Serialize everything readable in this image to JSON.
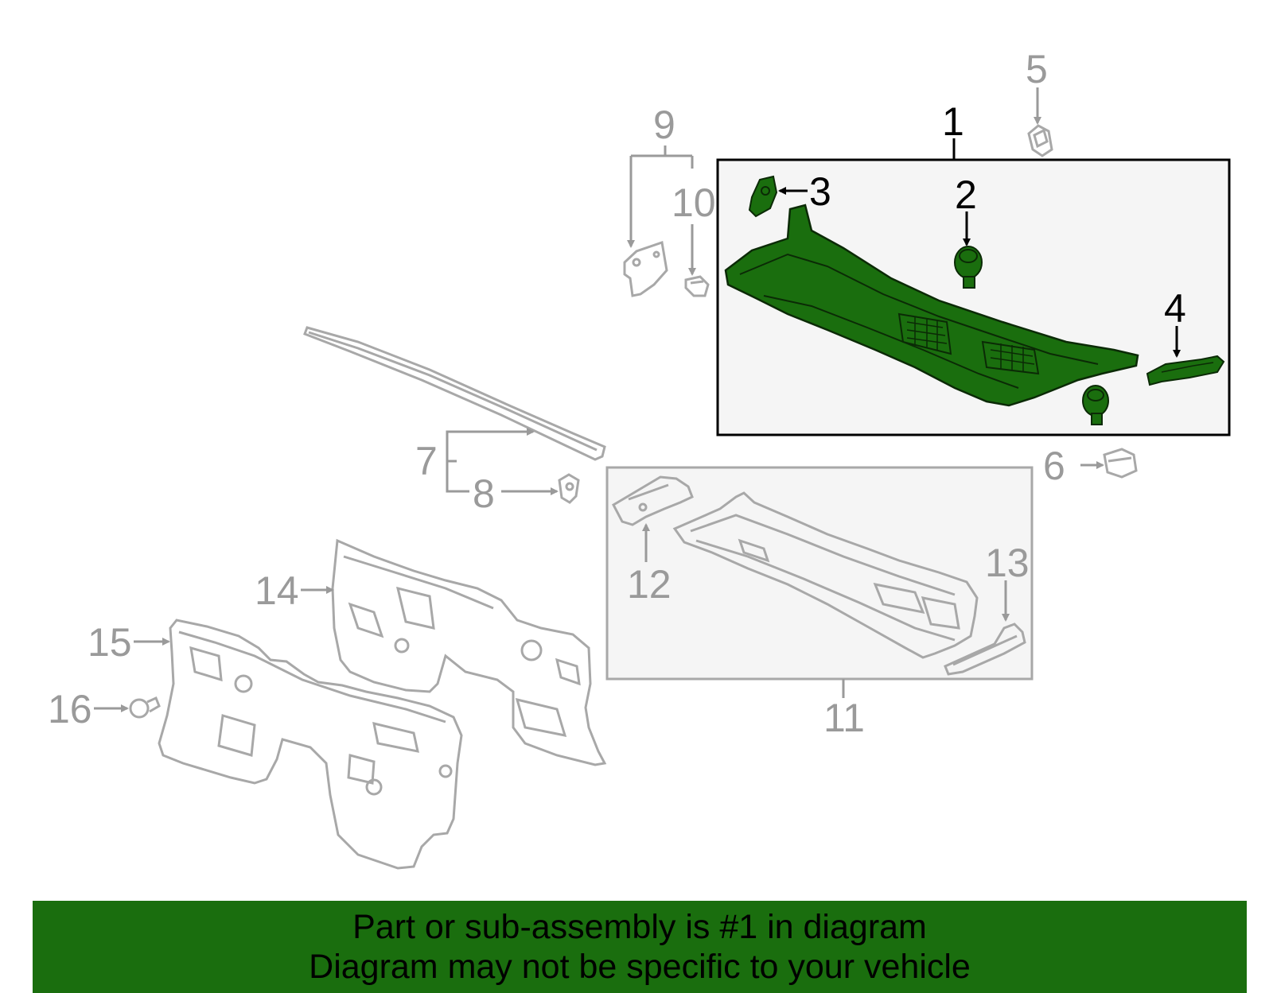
{
  "colors": {
    "highlight_fill": "#1a6e0e",
    "highlight_stroke": "#0b2a06",
    "muted_part": "#a8a8a8",
    "muted_text": "#9a9a9a",
    "box_fill": "#f5f5f5",
    "banner_bg": "#1a6e0e",
    "banner_text": "#000000"
  },
  "callouts": {
    "c1": "1",
    "c2": "2",
    "c3": "3",
    "c4": "4",
    "c5": "5",
    "c6": "6",
    "c7": "7",
    "c8": "8",
    "c9": "9",
    "c10": "10",
    "c11": "11",
    "c12": "12",
    "c13": "13",
    "c14": "14",
    "c15": "15",
    "c16": "16"
  },
  "highlighted_part": "1",
  "banner": {
    "line1": "Part or sub-assembly is #1 in diagram",
    "line2": "Diagram may not be specific to your vehicle"
  }
}
